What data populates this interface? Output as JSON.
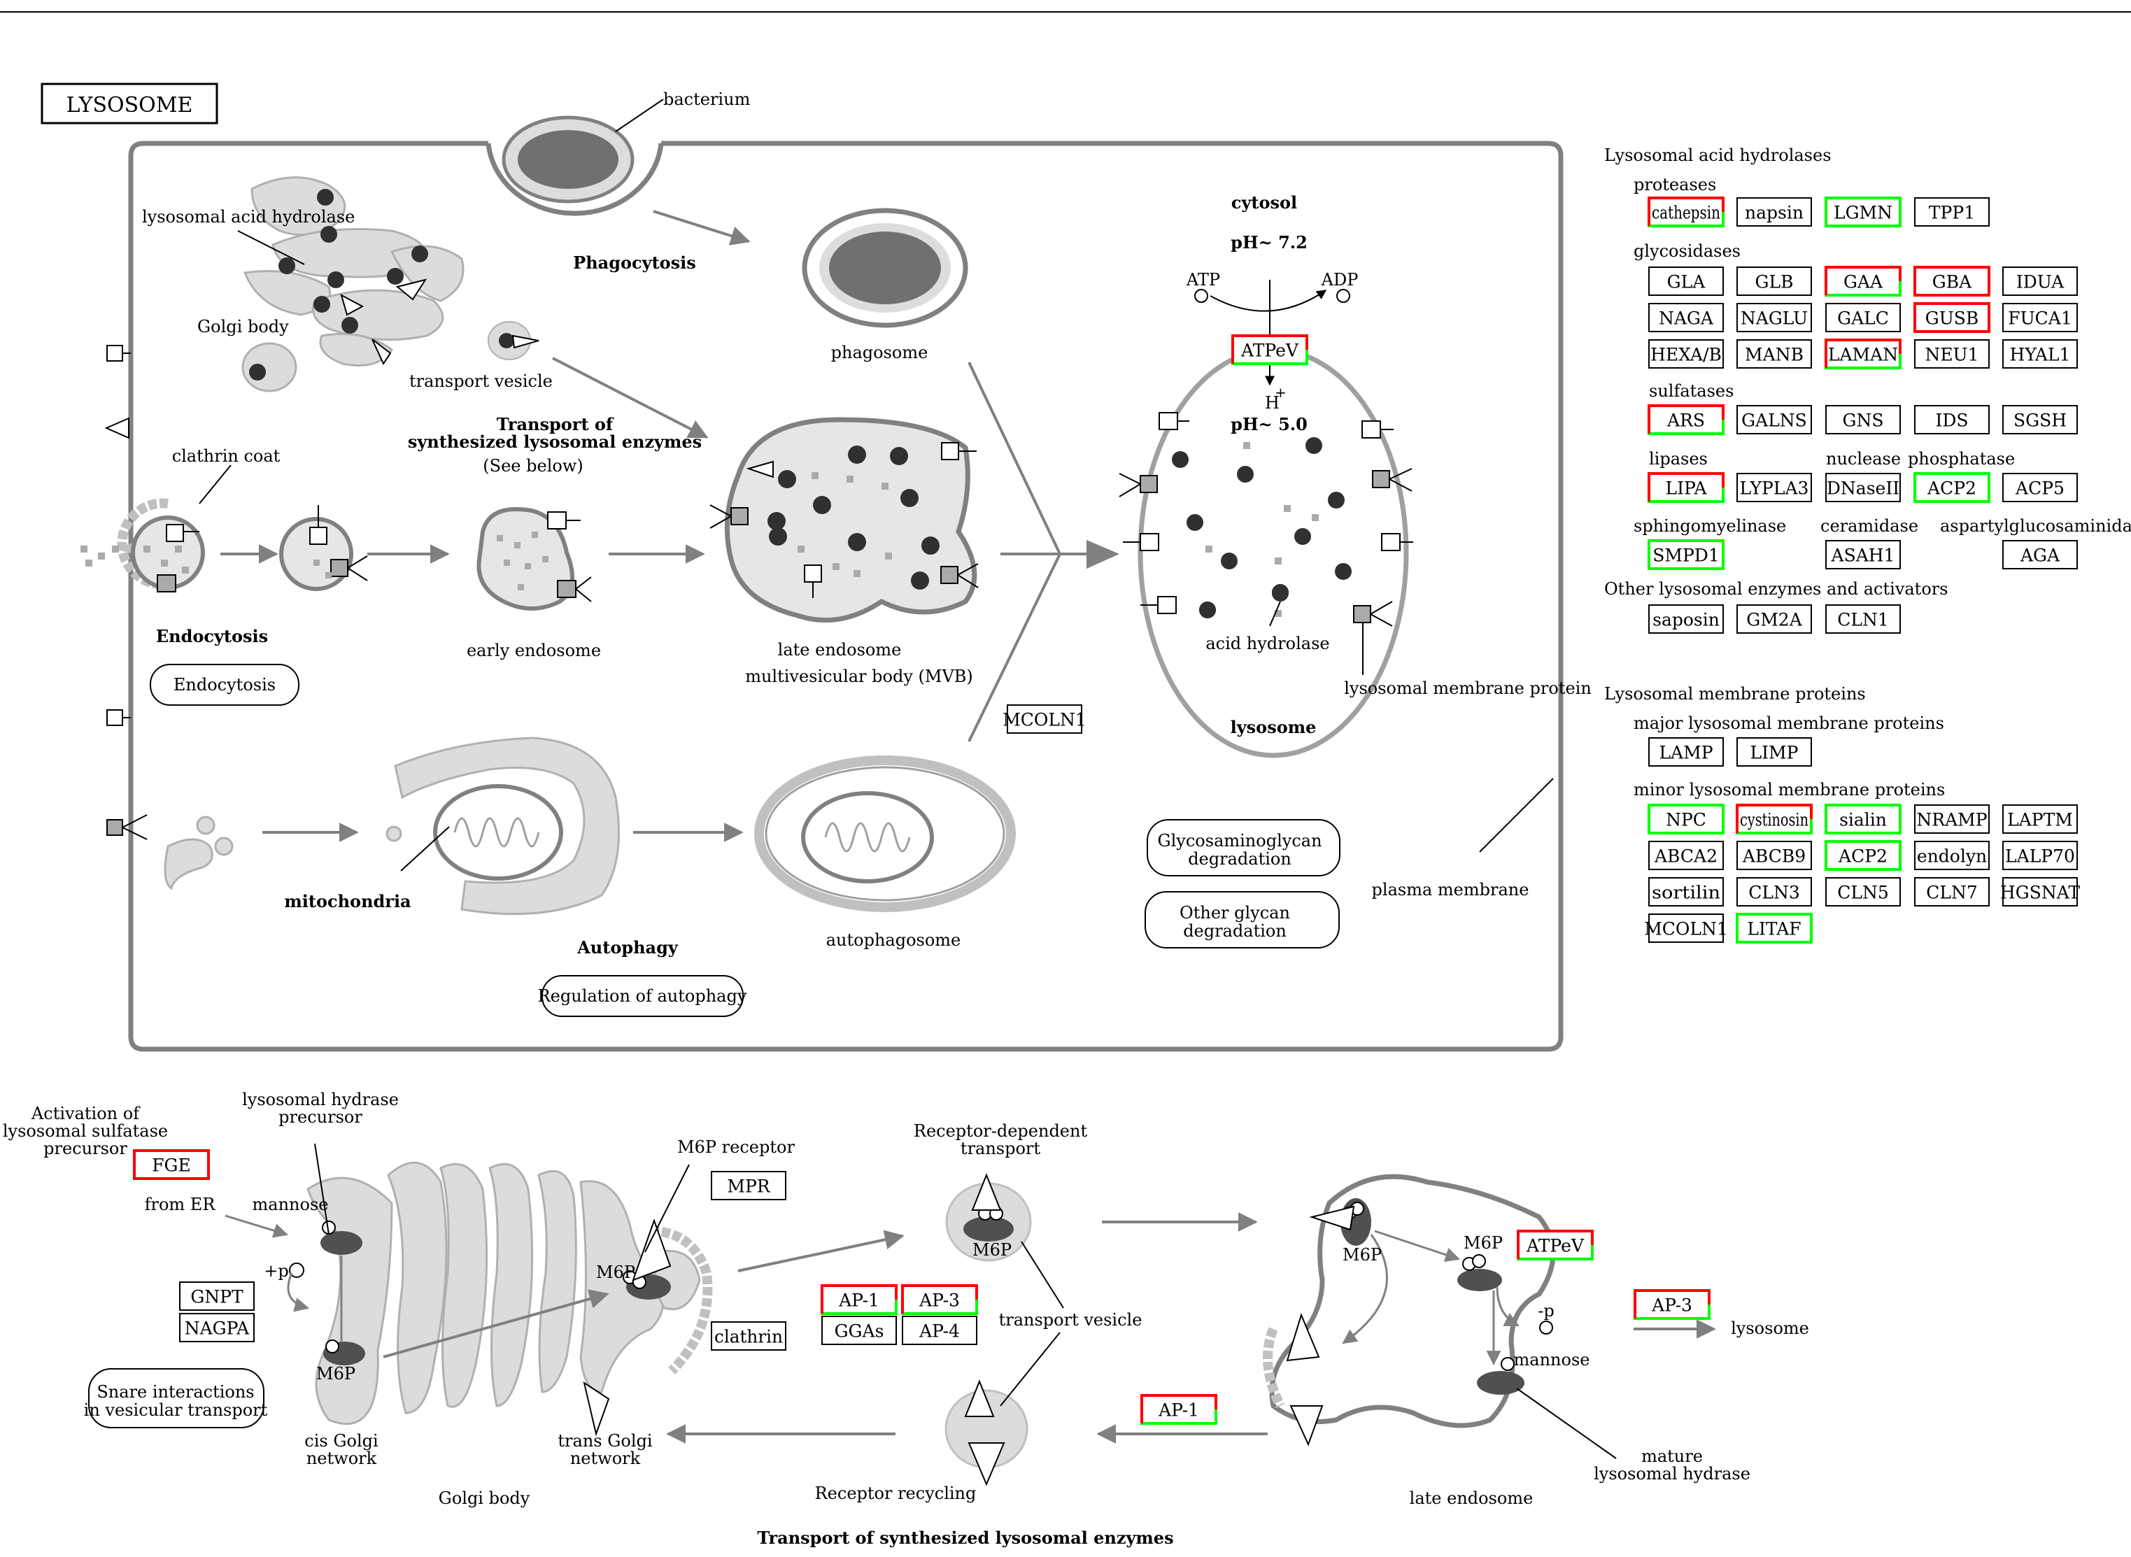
{
  "title": "LYSOSOME",
  "colors": {
    "red": "#ff0000",
    "green": "#00ff00",
    "black": "#000000",
    "organelle_fill": "#d9d9d9",
    "organelle_stroke": "#808080",
    "dark": "#505050"
  },
  "labels": {
    "bacterium": "bacterium",
    "phagocytosis": "Phagocytosis",
    "lysosomal_acid_hydrolase": "lysosomal acid hydrolase",
    "golgi_body_top": "Golgi body",
    "transport_vesicle_top": "transport vesicle",
    "phagosome": "phagosome",
    "cytosol": "cytosol",
    "ph72": "pH~ 7.2",
    "atp": "ATP",
    "adp": "ADP",
    "h_plus": "H",
    "h_plus_sup": "+",
    "ph50": "pH~ 5.0",
    "transport_synth_1": "Transport of",
    "transport_synth_2": "synthesized lysosomal enzymes",
    "see_below": "(See below)",
    "clathrin_coat": "clathrin coat",
    "endocytosis_bold": "Endocytosis",
    "early_endosome": "early  endosome",
    "late_endosome": "late endosome",
    "mvb": "multivesicular body (MVB)",
    "acid_hydrolase": "acid  hydrolase",
    "lysosomal_membrane_protein": "lysosomal membrane protein",
    "lysosome_bold": "lysosome",
    "mitochondria": "mitochondria",
    "autophagy": "Autophagy",
    "autophagosome": "autophagosome",
    "plasma_membrane": "plasma membrane",
    "activation_1": "Activation of",
    "activation_2": "lysosomal sulfatase",
    "activation_3": "precursor",
    "hydrase_precursor_1": "lysosomal hydrase",
    "hydrase_precursor_2": "precursor",
    "from_er": "from ER",
    "mannose_1": "mannose",
    "plus_p": "+p",
    "m6p_a": "M6P",
    "m6p_receptor": "M6P receptor",
    "m6p_b": "M6P",
    "receptor_dependent_1": "Receptor-dependent",
    "receptor_dependent_2": "transport",
    "m6p_c": "M6P",
    "transport_vesicle_bottom": "transport vesicle",
    "m6p_d": "M6P",
    "m6p_e": "M6P",
    "minus_p": "-p",
    "mannose_2": "mannose",
    "lysosome_bottom": "lysosome",
    "mature_1": "mature",
    "mature_2": "lysosomal hydrase",
    "cis_golgi_1": "cis Golgi",
    "cis_golgi_2": "network",
    "trans_golgi_1": "trans Golgi",
    "trans_golgi_2": "network",
    "golgi_body_bottom": "Golgi body",
    "receptor_recycling": "Receptor recycling",
    "late_endosome_bottom": "late endosome",
    "bottom_title": "Transport of synthesized lysosomal enzymes"
  },
  "pathway_links": {
    "endocytosis": "Endocytosis",
    "regulation_autophagy": "Regulation of autophagy",
    "gag_1": "Glycosaminoglycan",
    "gag_2": "degradation",
    "other_glycan_1": "Other glycan",
    "other_glycan_2": "degradation",
    "snare_1": "Snare interactions",
    "snare_2": "in vesicular transport"
  },
  "legend": {
    "hydrolases": "Lysosomal acid hydrolases",
    "proteases": "proteases",
    "glycosidases": "glycosidases",
    "sulfatases": "sulfatases",
    "lipases": "lipases",
    "nuclease": "nuclease",
    "phosphatase": "phosphatase",
    "sphingomyelinase": "sphingomyelinase",
    "ceramidase": "ceramidase",
    "aspartylglucosaminidase": "aspartylglucosaminidase",
    "other": "Other lysosomal enzymes and activators",
    "membrane": "Lysosomal membrane  proteins",
    "major": "major lysosomal membrane  proteins",
    "minor": "minor lysosomal membrane proteins"
  },
  "genes": [
    {
      "id": "cathepsin",
      "label": "cathepsin",
      "border": "red-green"
    },
    {
      "id": "napsin",
      "label": "napsin",
      "border": "black"
    },
    {
      "id": "LGMN",
      "label": "LGMN",
      "border": "green"
    },
    {
      "id": "TPP1",
      "label": "TPP1",
      "border": "black"
    },
    {
      "id": "GLA",
      "label": "GLA",
      "border": "black"
    },
    {
      "id": "GLB",
      "label": "GLB",
      "border": "black"
    },
    {
      "id": "GAA",
      "label": "GAA",
      "border": "red-green"
    },
    {
      "id": "GBA",
      "label": "GBA",
      "border": "red"
    },
    {
      "id": "IDUA",
      "label": "IDUA",
      "border": "black"
    },
    {
      "id": "NAGA",
      "label": "NAGA",
      "border": "black"
    },
    {
      "id": "NAGLU",
      "label": "NAGLU",
      "border": "black"
    },
    {
      "id": "GALC",
      "label": "GALC",
      "border": "black"
    },
    {
      "id": "GUSB",
      "label": "GUSB",
      "border": "red"
    },
    {
      "id": "FUCA1",
      "label": "FUCA1",
      "border": "black"
    },
    {
      "id": "HEXA",
      "label": "HEXA/B",
      "border": "black"
    },
    {
      "id": "MANB",
      "label": "MANB",
      "border": "black"
    },
    {
      "id": "LAMAN",
      "label": "LAMAN",
      "border": "red-green"
    },
    {
      "id": "NEU1",
      "label": "NEU1",
      "border": "black"
    },
    {
      "id": "HYAL1",
      "label": "HYAL1",
      "border": "black"
    },
    {
      "id": "ARS",
      "label": "ARS",
      "border": "red-green"
    },
    {
      "id": "GALNS",
      "label": "GALNS",
      "border": "black"
    },
    {
      "id": "GNS",
      "label": "GNS",
      "border": "black"
    },
    {
      "id": "IDS",
      "label": "IDS",
      "border": "black"
    },
    {
      "id": "SGSH",
      "label": "SGSH",
      "border": "black"
    },
    {
      "id": "LIPA",
      "label": "LIPA",
      "border": "red-green"
    },
    {
      "id": "LYPLA3",
      "label": "LYPLA3",
      "border": "black"
    },
    {
      "id": "DNaseII",
      "label": "DNaseII",
      "border": "black"
    },
    {
      "id": "ACP2a",
      "label": "ACP2",
      "border": "green"
    },
    {
      "id": "ACP5",
      "label": "ACP5",
      "border": "black"
    },
    {
      "id": "SMPD1",
      "label": "SMPD1",
      "border": "green"
    },
    {
      "id": "ASAH1",
      "label": "ASAH1",
      "border": "black"
    },
    {
      "id": "AGA",
      "label": "AGA",
      "border": "black"
    },
    {
      "id": "saposin",
      "label": "saposin",
      "border": "black"
    },
    {
      "id": "GM2A",
      "label": "GM2A",
      "border": "black"
    },
    {
      "id": "CLN1",
      "label": "CLN1",
      "border": "black"
    },
    {
      "id": "LAMP",
      "label": "LAMP",
      "border": "black"
    },
    {
      "id": "LIMP",
      "label": "LIMP",
      "border": "black"
    },
    {
      "id": "NPC",
      "label": "NPC",
      "border": "green"
    },
    {
      "id": "cystinosin",
      "label": "cystinosin",
      "border": "red-green"
    },
    {
      "id": "sialin",
      "label": "sialin",
      "border": "green"
    },
    {
      "id": "NRAMP",
      "label": "NRAMP",
      "border": "black"
    },
    {
      "id": "LAPTM",
      "label": "LAPTM",
      "border": "black"
    },
    {
      "id": "ABCA2",
      "label": "ABCA2",
      "border": "black"
    },
    {
      "id": "ABCB9",
      "label": "ABCB9",
      "border": "black"
    },
    {
      "id": "ACP2b",
      "label": "ACP2",
      "border": "green"
    },
    {
      "id": "endolyn",
      "label": "endolyn",
      "border": "black"
    },
    {
      "id": "LALP70",
      "label": "LALP70",
      "border": "black"
    },
    {
      "id": "sortilin",
      "label": "sortilin",
      "border": "black"
    },
    {
      "id": "CLN3",
      "label": "CLN3",
      "border": "black"
    },
    {
      "id": "CLN5",
      "label": "CLN5",
      "border": "black"
    },
    {
      "id": "CLN7",
      "label": "CLN7",
      "border": "black"
    },
    {
      "id": "HGSNAT",
      "label": "HGSNAT",
      "border": "black"
    },
    {
      "id": "MCOLN1a",
      "label": "MCOLN1",
      "border": "black"
    },
    {
      "id": "LITAF",
      "label": "LITAF",
      "border": "green"
    },
    {
      "id": "ATPeV1",
      "label": "ATPeV",
      "border": "red-green"
    },
    {
      "id": "MCOLN1b",
      "label": "MCOLN1",
      "border": "black"
    },
    {
      "id": "FGE",
      "label": "FGE",
      "border": "red"
    },
    {
      "id": "GNPT",
      "label": "GNPT",
      "border": "black"
    },
    {
      "id": "NAGPA",
      "label": "NAGPA",
      "border": "black"
    },
    {
      "id": "MPR",
      "label": "MPR",
      "border": "black"
    },
    {
      "id": "clathrin",
      "label": "clathrin",
      "border": "black"
    },
    {
      "id": "AP1a",
      "label": "AP-1",
      "border": "red-green"
    },
    {
      "id": "AP3a",
      "label": "AP-3",
      "border": "red-green"
    },
    {
      "id": "GGAs",
      "label": "GGAs",
      "border": "black"
    },
    {
      "id": "AP4",
      "label": "AP-4",
      "border": "black"
    },
    {
      "id": "ATPeV2",
      "label": "ATPeV",
      "border": "red-green"
    },
    {
      "id": "AP3b",
      "label": "AP-3",
      "border": "red-green"
    },
    {
      "id": "AP1b",
      "label": "AP-1",
      "border": "red-green"
    }
  ]
}
